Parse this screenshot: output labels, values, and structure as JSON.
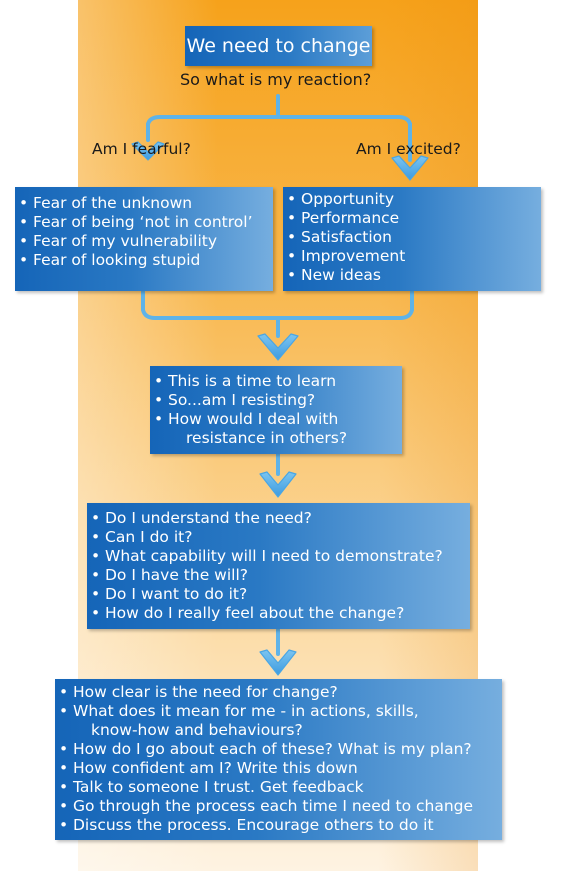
{
  "title": "We need to change",
  "question": "So what is my reaction?",
  "branch_left_label": "Am I fearful?",
  "branch_right_label": "Am I excited?",
  "fearful_items": [
    "Fear of the unknown",
    "Fear of being ‘not in control’",
    "Fear of my vulnerability",
    "Fear of looking stupid"
  ],
  "excited_items": [
    "Opportunity",
    "Performance",
    "Satisfaction",
    "Improvement",
    "New ideas"
  ],
  "learn_items": [
    "This is a time to learn",
    "So...am I resisting?",
    "How would I deal with",
    "resistance in others?"
  ],
  "understand_items": [
    "Do I understand the need?",
    "Can I do it?",
    "What capability will I need to demonstrate?",
    "Do I have the will?",
    "Do I want to do it?",
    "How do I really feel about the change?"
  ],
  "action_items": [
    "How clear is the need for change?",
    "What does it mean for me - in actions, skills,",
    "know-how and behaviours?",
    "How do I go about each of these? What is my plan?",
    "How confident am I? Write this down",
    "Talk to someone I trust. Get feedback",
    "Go through the process each time I need to change",
    "Discuss the process. Encourage others to do it"
  ],
  "colors": {
    "box_dark": "#1565b8",
    "box_light": "#76aedf",
    "band_top": "#f6a21b",
    "band_bottom": "#fef3e2",
    "connector": "#5fb3e8"
  }
}
